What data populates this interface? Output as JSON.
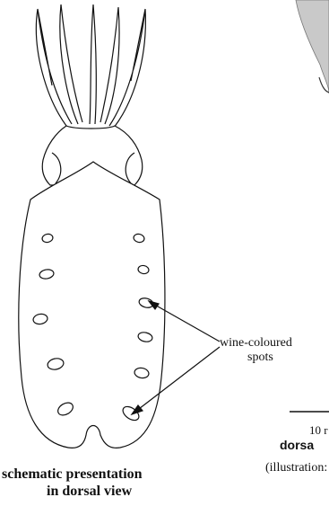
{
  "scale_label": "10 r",
  "view_label": "dorsa",
  "credit": "(illustration:",
  "callout": {
    "line1": "wine-coloured",
    "line2": "spots"
  },
  "caption": {
    "line1": "schematic presentation",
    "line2": "in dorsal view"
  }
}
